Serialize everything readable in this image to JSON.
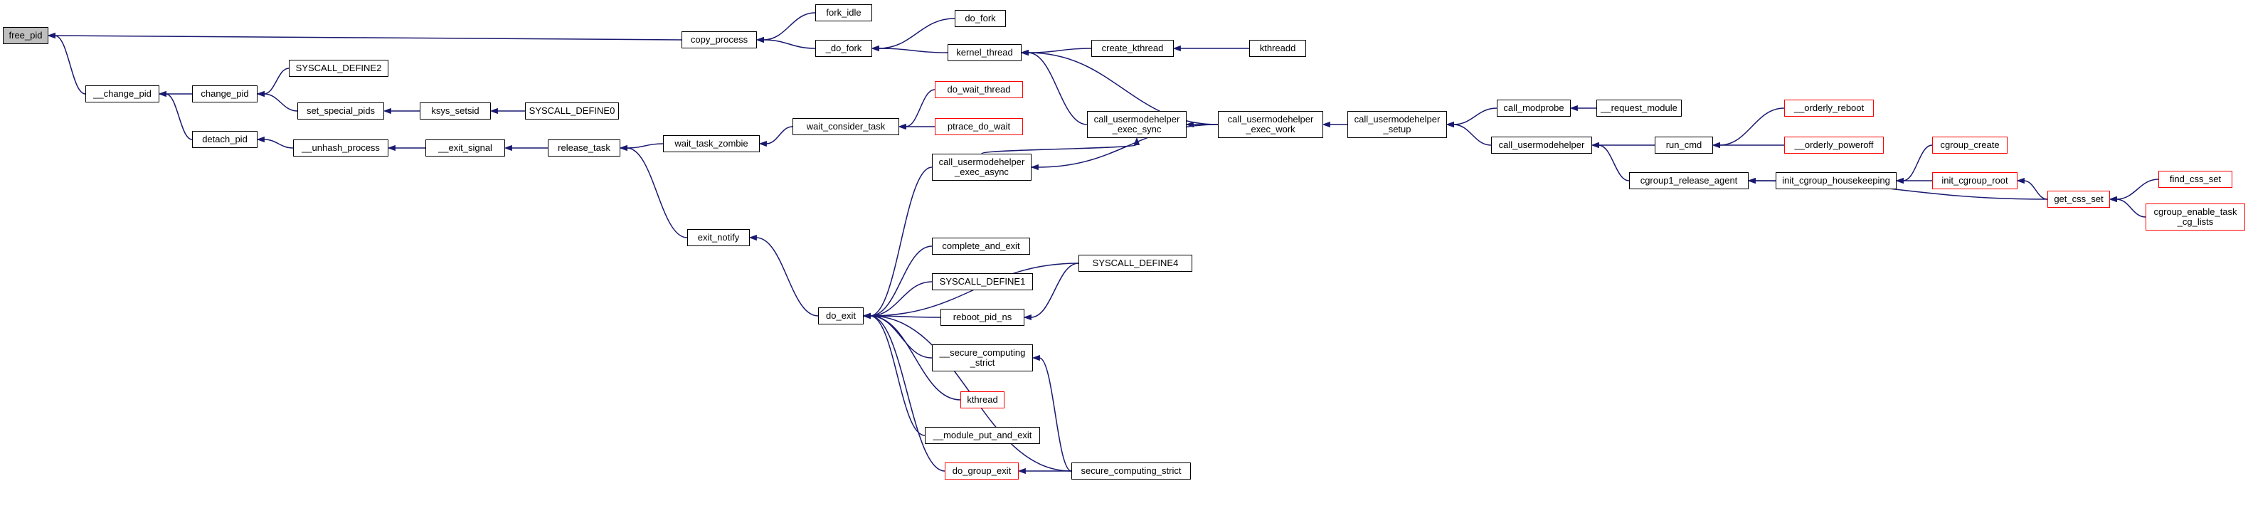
{
  "colors": {
    "edge": "#191970",
    "root_fill": "#bfbfbf",
    "red_border": "#ff0000",
    "normal_border": "#000000"
  },
  "nodes": {
    "free_pid": "free_pid",
    "change_pid_internal": "__change_pid",
    "change_pid": "change_pid",
    "detach_pid": "detach_pid",
    "syscall_define2": "SYSCALL_DEFINE2",
    "set_special_pids": "set_special_pids",
    "ksys_setsid": "ksys_setsid",
    "syscall_define0": "SYSCALL_DEFINE0",
    "unhash_process": "__unhash_process",
    "exit_signal": "__exit_signal",
    "release_task": "release_task",
    "wait_task_zombie": "wait_task_zombie",
    "wait_consider_task": "wait_consider_task",
    "do_wait_thread": "do_wait_thread",
    "ptrace_do_wait": "ptrace_do_wait",
    "exit_notify": "exit_notify",
    "do_exit": "do_exit",
    "copy_process": "copy_process",
    "fork_idle": "fork_idle",
    "do_fork_internal": "_do_fork",
    "do_fork": "do_fork",
    "kernel_thread": "kernel_thread",
    "create_kthread": "create_kthread",
    "kthreadd": "kthreadd",
    "cum_exec_sync": [
      "call_usermodehelper",
      "_exec_sync"
    ],
    "cum_exec_async": [
      "call_usermodehelper",
      "_exec_async"
    ],
    "cum_exec_work": [
      "call_usermodehelper",
      "_exec_work"
    ],
    "cum_setup": [
      "call_usermodehelper",
      "_setup"
    ],
    "call_modprobe": "call_modprobe",
    "request_module": "__request_module",
    "call_usermodehelper": "call_usermodehelper",
    "run_cmd": "run_cmd",
    "orderly_reboot": "__orderly_reboot",
    "orderly_poweroff": "__orderly_poweroff",
    "cgroup1_release_agent": "cgroup1_release_agent",
    "init_cgroup_housekeeping": "init_cgroup_housekeeping",
    "cgroup_create": "cgroup_create",
    "init_cgroup_root": "init_cgroup_root",
    "get_css_set": "get_css_set",
    "find_css_set": "find_css_set",
    "cgroup_enable_task_cg_lists": [
      "cgroup_enable_task",
      "_cg_lists"
    ],
    "complete_and_exit": "complete_and_exit",
    "syscall_define1": "SYSCALL_DEFINE1",
    "syscall_define4": "SYSCALL_DEFINE4",
    "reboot_pid_ns": "reboot_pid_ns",
    "secure_computing_strict_internal": [
      "__secure_computing",
      "_strict"
    ],
    "kthread": "kthread",
    "module_put_and_exit": "__module_put_and_exit",
    "do_group_exit": "do_group_exit",
    "secure_computing_strict": "secure_computing_strict"
  }
}
